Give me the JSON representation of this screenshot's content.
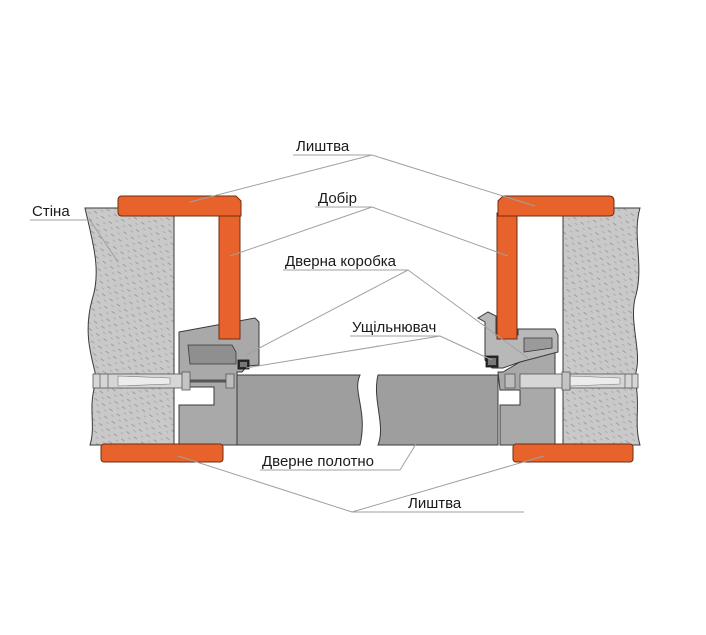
{
  "labels": {
    "casing_top": "Лиштва",
    "extension": "Добір",
    "wall": "Стіна",
    "door_frame": "Дверна коробка",
    "seal": "Ущільнювач",
    "door_leaf": "Дверне полотно",
    "casing_bottom": "Лиштва"
  },
  "colors": {
    "casing_orange": "#e8632b",
    "casing_outline": "#6e2d12",
    "wall_gray": "#c8c8c8",
    "frame_gray": "#a9a9a9",
    "leaf_gray": "#9a9a9a",
    "outline": "#3a3a3a",
    "leader_line": "#9a9a9a"
  }
}
